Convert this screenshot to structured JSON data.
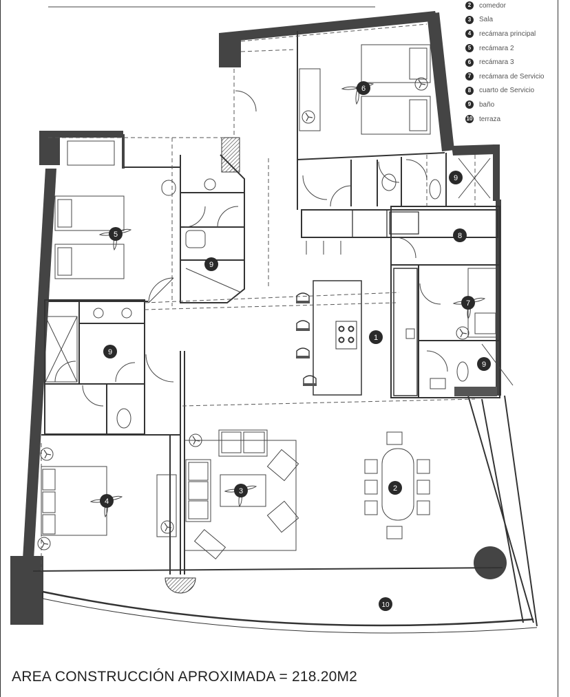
{
  "legend": [
    {
      "num": "2",
      "label": "comedor"
    },
    {
      "num": "3",
      "label": "Sala"
    },
    {
      "num": "4",
      "label": "recámara principal"
    },
    {
      "num": "5",
      "label": "recámara 2"
    },
    {
      "num": "6",
      "label": "recámara 3"
    },
    {
      "num": "7",
      "label": "recámara de Servicio"
    },
    {
      "num": "8",
      "label": "cuarto de Servicio"
    },
    {
      "num": "9",
      "label": "baño"
    },
    {
      "num": "10",
      "label": "terraza"
    }
  ],
  "markers": {
    "kitchen": "1",
    "dining": "2",
    "living": "3",
    "master_bedroom": "4",
    "bedroom_2": "5",
    "bedroom_3": "6",
    "service_bedroom": "7",
    "service_room": "8",
    "bath_service": "9",
    "bath_bedroom2": "9",
    "bath_left": "9",
    "bath_service_bedroom": "9",
    "terrace": "10"
  },
  "footer_text": "AREA CONSTRUCCIÓN APROXIMADA = 218.20M2"
}
